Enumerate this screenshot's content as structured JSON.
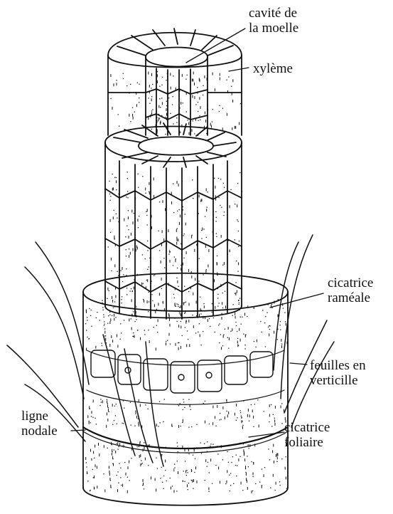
{
  "labels": {
    "pith_cavity": [
      "cavité de",
      "la moelle"
    ],
    "xylem": "xylème",
    "branch_scar": [
      "cicatrice",
      "raméale"
    ],
    "whorled_leaves": [
      "feuilles en",
      "verticille"
    ],
    "nodal_line": [
      "ligne",
      "nodale"
    ],
    "leaf_scar": [
      "cicatrice",
      "foliaire"
    ]
  },
  "colors": {
    "ink": "#111111",
    "paper": "#ffffff"
  }
}
